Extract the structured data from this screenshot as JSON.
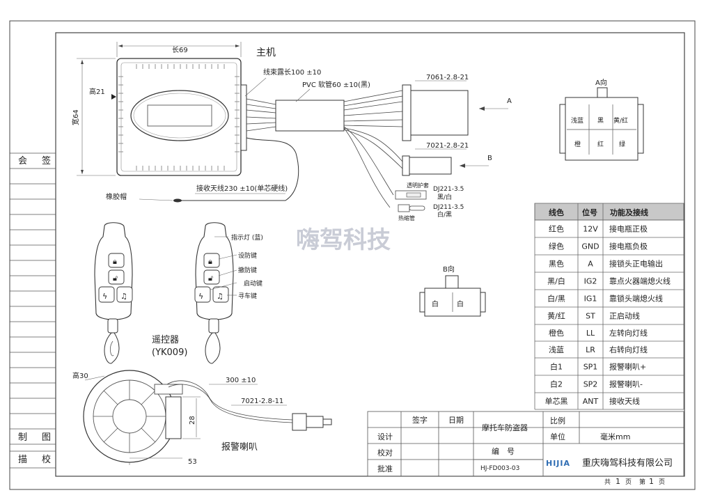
{
  "main_unit": {
    "title": "主机",
    "length_label": "长69",
    "width_label": "宽64",
    "height_label": "高21",
    "harness_label": "线束露长100 ±10",
    "pvc_label": "PVC 软管60 ±10(黑)",
    "antenna_label": "接收天线230 ±10(单芯硬线)",
    "rubber_cap_label": "橡胶帽"
  },
  "connectors": {
    "top_part": "7061-2.8-21",
    "top_arrow": "A",
    "mid_part": "7021-2.8-21",
    "mid_arrow": "B",
    "sleeve_label": "透明护套",
    "dj221": "DJ221-3.5",
    "dj221_color": "黑/白",
    "dj211": "DJ211-3.5",
    "dj211_color": "白/黑",
    "shrink_label": "热缩管"
  },
  "view_a": {
    "title": "A向",
    "pins": [
      "浅蓝",
      "黑",
      "黄/红",
      "橙",
      "红",
      "绿"
    ]
  },
  "view_b": {
    "title": "B向",
    "pins": [
      "白",
      "白"
    ]
  },
  "watermark": "嗨驾科技",
  "remote": {
    "indicator": "指示灯 (蓝)",
    "arm": "设防键",
    "disarm": "撤防键",
    "start": "启动键",
    "find": "寻车键",
    "title": "遥控器",
    "model": "(YK009)"
  },
  "siren": {
    "height_label": "高30",
    "wire_label": "300 ±10",
    "connector": "7021-2.8-11",
    "dim_28": "28",
    "dim_53": "53",
    "title": "报警喇叭"
  },
  "wire_table": {
    "headers": [
      "线色",
      "位号",
      "功能及接线"
    ],
    "rows": [
      [
        "红色",
        "12V",
        "接电瓶正极"
      ],
      [
        "绿色",
        "GND",
        "接电瓶负极"
      ],
      [
        "黑色",
        "A",
        "接锁头正电输出"
      ],
      [
        "黑/白",
        "IG2",
        "靠点火器端熄火线"
      ],
      [
        "白/黑",
        "IG1",
        "靠锁头端熄火线"
      ],
      [
        "黄/红",
        "ST",
        "正启动线"
      ],
      [
        "橙色",
        "LL",
        "左转向灯线"
      ],
      [
        "浅蓝",
        "LR",
        "右转向灯线"
      ],
      [
        "白1",
        "SP1",
        "报警喇叭+"
      ],
      [
        "白2",
        "SP2",
        "报警喇叭-"
      ],
      [
        "单芯黑",
        "ANT",
        "接收天线"
      ]
    ]
  },
  "title_block": {
    "sign": "签字",
    "date": "日期",
    "design": "设计",
    "proof": "校对",
    "approve": "批准",
    "product": "摩托车防盗器",
    "number_label": "编　号",
    "number": "HJ-FD003-03",
    "scale_label": "比例",
    "unit_label": "单位",
    "unit": "毫米mm",
    "logo": "HIJIA",
    "company": "重庆嗨驾科技有限公司",
    "total": "共",
    "total_n": "1",
    "page": "页",
    "no": "第",
    "no_n": "1",
    "page2": "页"
  },
  "left_bar": {
    "hui": "会",
    "qian": "签",
    "zhi": "制",
    "tu": "图",
    "miao": "描",
    "jiao": "校"
  },
  "colors": {
    "header_bg": "#c8c8c8",
    "watermark": "#c9ccd6",
    "logo": "#2f6db3"
  }
}
